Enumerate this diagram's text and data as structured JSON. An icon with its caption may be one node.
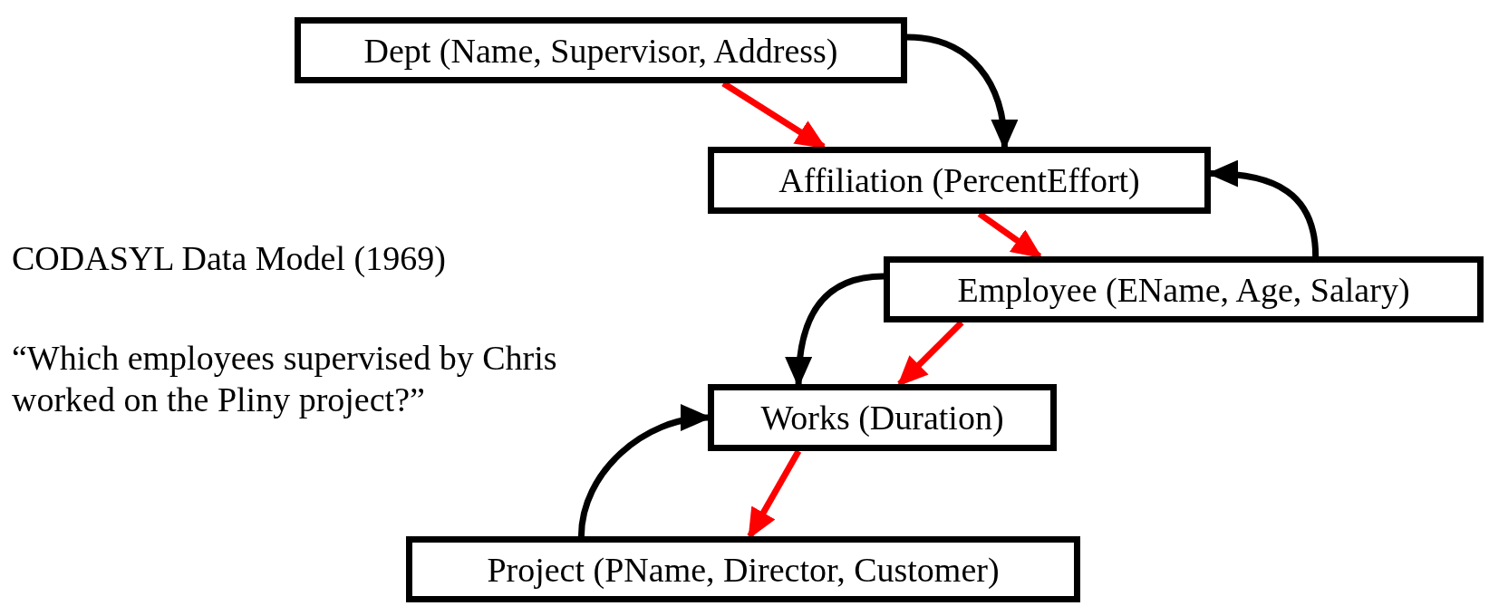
{
  "diagram": {
    "title": "CODASYL Data Model (1969)",
    "nodes": [
      {
        "text": [
          "Dept (Name, Supervisor, Address)"
        ]
      },
      {
        "text": [
          "Affiliation (PercentEffort)"
        ]
      },
      {
        "text": [
          "Employee (EName, Age, Salary)"
        ]
      },
      {
        "text": [
          "Works (Duration)"
        ]
      },
      {
        "text": [
          "Project (PName, Director, Customer)"
        ]
      }
    ],
    "edges": [
      {
        "from": 0,
        "to": 1,
        "arrow": "to"
      },
      {
        "from": 2,
        "to": 1,
        "arrow": "to"
      },
      {
        "from": 2,
        "to": 3,
        "arrow": "to"
      },
      {
        "from": 4,
        "to": 3,
        "arrow": "to"
      },
      {
        "from": 0,
        "to": 1,
        "arrow": "to",
        "color": "#ff0000"
      },
      {
        "from": 1,
        "to": 2,
        "arrow": "to",
        "color": "#ff0000"
      },
      {
        "from": 2,
        "to": 3,
        "arrow": "to",
        "color": "#ff0000"
      },
      {
        "from": 3,
        "to": 4,
        "arrow": "to",
        "color": "#ff0000"
      }
    ],
    "labels": [
      "“Which employees supervised by Chris worked on the Pliny project?”"
    ]
  }
}
